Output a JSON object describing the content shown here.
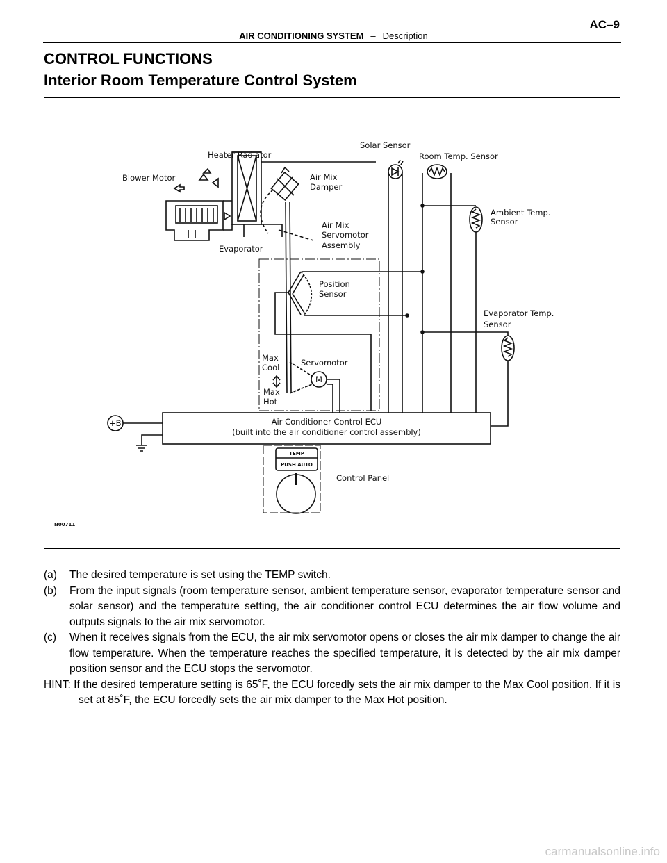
{
  "header": {
    "section": "AIR CONDITIONING SYSTEM",
    "separator": "–",
    "subsection": "Description",
    "page": "AC–9"
  },
  "title": "CONTROL FUNCTIONS",
  "subtitle": "Interior Room Temperature Control System",
  "figure": {
    "id": "N00711",
    "labels": {
      "blower_motor": "Blower Motor",
      "heater_radiator": "Heater Radiator",
      "solar_sensor": "Solar Sensor",
      "room_temp_sensor": "Room Temp. Sensor",
      "air_mix_damper_1": "Air Mix",
      "air_mix_damper_2": "Damper",
      "ambient_1": "Ambient Temp.",
      "ambient_2": "Sensor",
      "servo_assy_1": "Air Mix",
      "servo_assy_2": "Servomotor",
      "servo_assy_3": "Assembly",
      "evaporator": "Evaporator",
      "position_1": "Position",
      "position_2": "Sensor",
      "evap_temp_1": "Evaporator Temp.",
      "evap_temp_2": "Sensor",
      "max_cool_1": "Max",
      "max_cool_2": "Cool",
      "servomotor": "Servomotor",
      "max_hot_1": "Max",
      "max_hot_2": "Hot",
      "motor_symbol": "M",
      "battery": "+B",
      "ecu_1": "Air Conditioner Control ECU",
      "ecu_2": "(built into the air conditioner control assembly)",
      "temp": "TEMP",
      "push_auto": "PUSH AUTO",
      "control_panel": "Control Panel"
    }
  },
  "paragraphs": [
    {
      "label": "(a)",
      "text": "The desired temperature is set using the TEMP switch."
    },
    {
      "label": "(b)",
      "text": "From the input signals (room temperature sensor, ambient temperature sensor, evaporator temperature sensor and solar sensor) and the temperature setting, the air conditioner control ECU determines the air flow volume and outputs signals to the air mix servomotor."
    },
    {
      "label": "(c)",
      "text": "When it receives signals from the ECU, the air mix servomotor opens or closes the air mix damper to change the air flow temperature. When the temperature reaches the specified temperature, it is detected by the air mix damper position sensor and the ECU stops the servomotor."
    }
  ],
  "hint": "HINT: If the desired temperature setting is 65˚F, the ECU forcedly sets the air mix damper to the Max Cool position. If it is set at 85˚F, the ECU forcedly sets the air mix damper to the Max Hot position.",
  "watermark": "carmanualsonline.info"
}
